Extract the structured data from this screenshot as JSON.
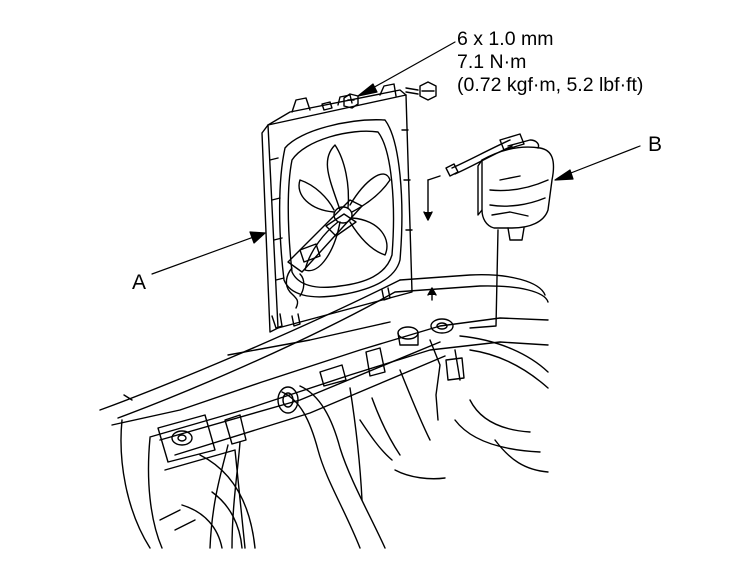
{
  "callouts": {
    "a": "A",
    "b": "B"
  },
  "torque_spec": {
    "bolt_size": "6 x 1.0 mm",
    "torque_nm": "7.1 N·m",
    "torque_alt": "(0.72 kgf·m, 5.2 lbf·ft)"
  },
  "colors": {
    "line": "#000000",
    "background": "#ffffff"
  }
}
